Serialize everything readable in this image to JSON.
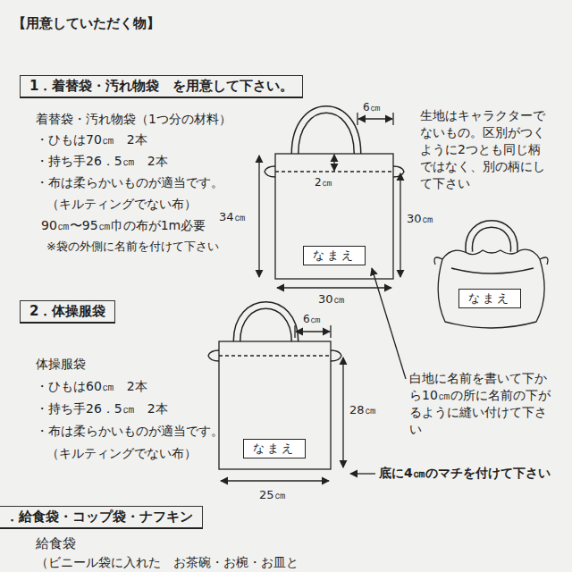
{
  "diagram": {
    "title": "【用意していただく物】",
    "nodes": [
      {
        "text": [
          "1．着替袋・汚れ物袋　を用意して下さい。"
        ]
      },
      {
        "text": [
          "なまえ"
        ]
      },
      {
        "text": [
          "なまえ"
        ]
      },
      {
        "text": [
          "2．体操服袋"
        ]
      },
      {
        "text": [
          "なまえ"
        ]
      },
      {
        "text": [
          "．給食袋・コップ袋・ナフキン"
        ]
      }
    ],
    "labels": [
      "着替袋・汚れ物袋（1つ分の材料）",
      "・ひもは70㎝　2本",
      "・持ち手26．5㎝　2本",
      "・布は柔らかいものが適当です。",
      "（キルティングでない布）",
      "90㎝〜95㎝巾の布が1m必要",
      "※袋の外側に名前を付けて下さい",
      "6㎝",
      "2㎝",
      "34㎝",
      "30㎝",
      "30㎝",
      "生地はキャラクターでないもの。区別がつくように2つとも同じ柄ではなく、別の柄にして下さい",
      "体操服袋",
      "・ひもは60㎝　2本",
      "・持ち手26．5㎝　2本",
      "・布は柔らかいものが適当です。",
      "（キルティングでない布）",
      "6㎝",
      "28㎝",
      "白地に名前を書いて下から10㎝の所に名前の下がるように縫い付けて下さい",
      "底に4㎝のマチを付けて下さい",
      "25㎝",
      "給食袋",
      "（ビニール袋に入れた　お茶碗・お椀・お皿と"
    ]
  }
}
